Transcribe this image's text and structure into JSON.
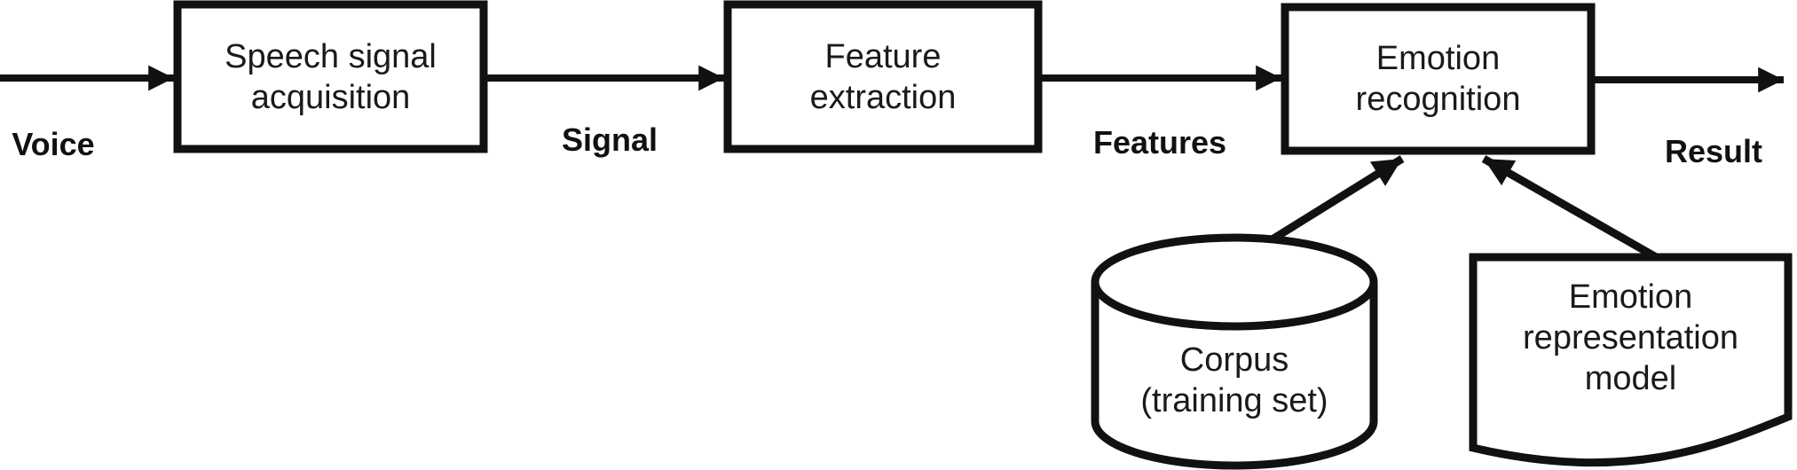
{
  "diagram": {
    "boxes": [
      {
        "id": "speech-signal-acquisition",
        "lines": [
          "Speech signal",
          "acquisition"
        ]
      },
      {
        "id": "feature-extraction",
        "lines": [
          "Feature",
          "extraction"
        ]
      },
      {
        "id": "emotion-recognition",
        "lines": [
          "Emotion",
          "recognition"
        ]
      }
    ],
    "cylinder": {
      "id": "corpus",
      "lines": [
        "Corpus",
        "(training set)"
      ]
    },
    "document": {
      "id": "emotion-representation-model",
      "lines": [
        "Emotion",
        "representation",
        "model"
      ]
    },
    "flow_labels": [
      {
        "id": "voice",
        "text": "Voice"
      },
      {
        "id": "signal",
        "text": "Signal"
      },
      {
        "id": "features",
        "text": "Features"
      },
      {
        "id": "result",
        "text": "Result"
      }
    ],
    "colors": {
      "stroke": "#111111",
      "text": "#1a1a1a",
      "background": "#ffffff"
    }
  }
}
